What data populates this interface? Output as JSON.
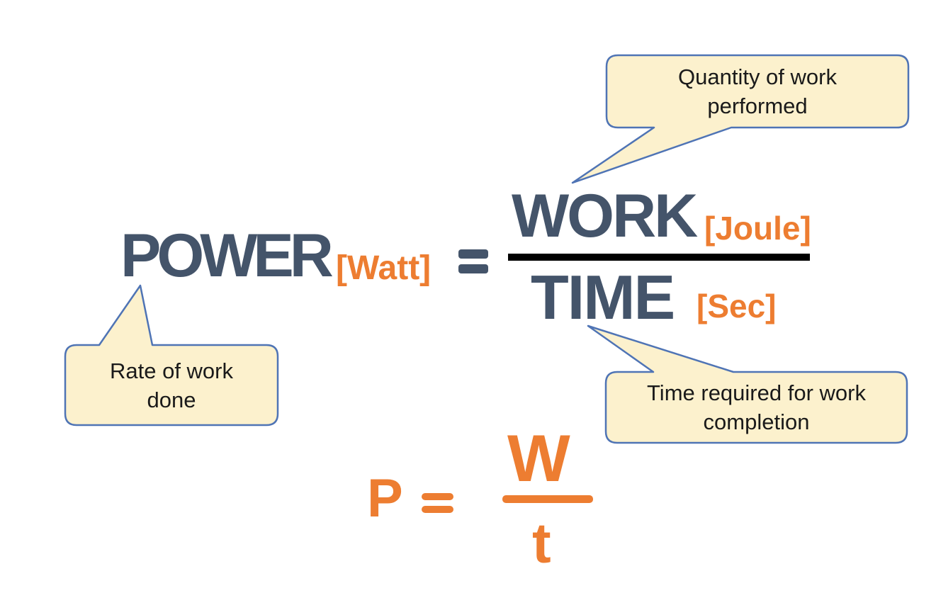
{
  "formula_main": {
    "term": "POWER",
    "term_unit": "[Watt]",
    "equals": "=",
    "numerator": "WORK",
    "numerator_unit": "[Joule]",
    "denominator": "TIME",
    "denominator_unit": "[Sec]"
  },
  "formula_symbolic": {
    "term": "P",
    "equals": "=",
    "numerator": "W",
    "denominator": "t"
  },
  "callouts": {
    "work": {
      "lines": [
        "Quantity of work",
        "performed"
      ],
      "points_to": "WORK"
    },
    "power": {
      "lines": [
        "Rate of work",
        "done"
      ],
      "points_to": "POWER"
    },
    "time": {
      "lines": [
        "Time required for work",
        "completion"
      ],
      "points_to": "TIME"
    }
  },
  "colors": {
    "term_text": "#44546A",
    "unit_text": "#ED7D31",
    "bubble_fill": "#FCF1CD",
    "bubble_border": "#4F74B5",
    "fraction_bar": "#000000",
    "background": "#FFFFFF"
  }
}
